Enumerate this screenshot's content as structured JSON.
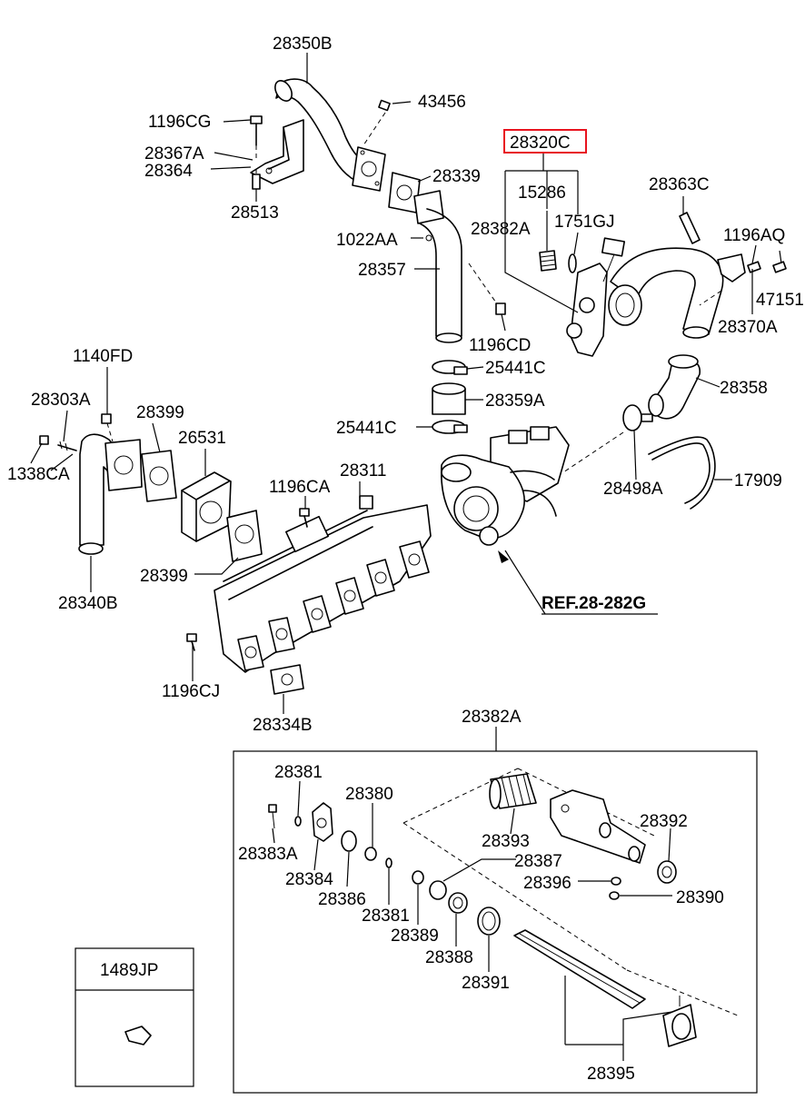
{
  "labels": {
    "p28350B": "28350B",
    "p43456": "43456",
    "p1196CG": "1196CG",
    "p28367A": "28367A",
    "p28364": "28364",
    "p28339": "28339",
    "p28513": "28513",
    "p28320C": "28320C",
    "p15286": "15286",
    "p28363C": "28363C",
    "p1022AA": "1022AA",
    "p28382A_top": "28382A",
    "p1751GJ": "1751GJ",
    "p1196AQ": "1196AQ",
    "p28357": "28357",
    "p47151": "47151",
    "p28370A": "28370A",
    "p1196CD": "1196CD",
    "p1140FD": "1140FD",
    "p25441C_a": "25441C",
    "p28358": "28358",
    "p28359A": "28359A",
    "p28303A": "28303A",
    "p28399_a": "28399",
    "p26531": "26531",
    "p25441C_b": "25441C",
    "p1338CA": "1338CA",
    "p28311": "28311",
    "p28498A": "28498A",
    "p17909": "17909",
    "p1196CA": "1196CA",
    "p28399_b": "28399",
    "p28340B": "28340B",
    "ref": "REF.28-282G",
    "p1196CJ": "1196CJ",
    "p28334B": "28334B",
    "p28382A_detail": "28382A",
    "p28381_a": "28381",
    "p28380": "28380",
    "p28393": "28393",
    "p28392": "28392",
    "p28383A": "28383A",
    "p28384": "28384",
    "p28387": "28387",
    "p28396": "28396",
    "p28386": "28386",
    "p28390": "28390",
    "p28381_b": "28381",
    "p28389": "28389",
    "p28388": "28388",
    "p28391": "28391",
    "p1489JP": "1489JP",
    "p28395": "28395"
  },
  "highlight_color": "#e8131f"
}
